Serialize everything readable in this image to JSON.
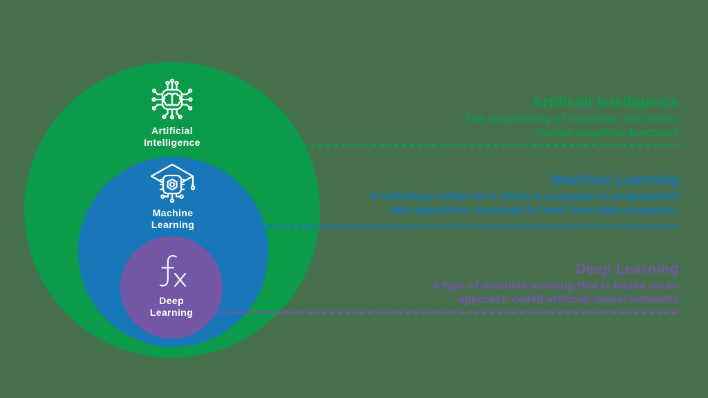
{
  "colors": {
    "background": "#47704F",
    "ai-green": "#0A9A4A",
    "ml-blue": "#1777B8",
    "dl-purple": "#7456A6",
    "icon-white": "#FFFFFF"
  },
  "venn": {
    "circles": [
      {
        "name": "Artificial Intelligence",
        "icon": "chip-brain-icon",
        "label_lines": [
          "Artificial",
          "Intelligence"
        ],
        "color": "#0A9A4A"
      },
      {
        "name": "Machine Learning",
        "icon": "graduation-cap-chip-icon",
        "label_lines": [
          "Machine",
          "Learning"
        ],
        "color": "#1777B8"
      },
      {
        "name": "Deep Learning",
        "icon": "fx-function-icon",
        "label_lines": [
          "Deep",
          "Learning"
        ],
        "color": "#7456A6"
      }
    ]
  },
  "sections": [
    {
      "title": "Artificial Intelligence",
      "description_lines": [
        "The engineering of machines that mimic",
        "human cognitive functions"
      ],
      "color": "#0A9A4A"
    },
    {
      "title": "Machine Learning",
      "description_lines": [
        "A technique within AI in which a computer is programmed",
        "with algorithms designed to learn from data examples."
      ],
      "color": "#1777B8"
    },
    {
      "title": "Deep Learning",
      "description_lines": [
        "A type of machine learning that is based on an",
        "approach called artificial neural networks"
      ],
      "color": "#7456A6"
    }
  ]
}
